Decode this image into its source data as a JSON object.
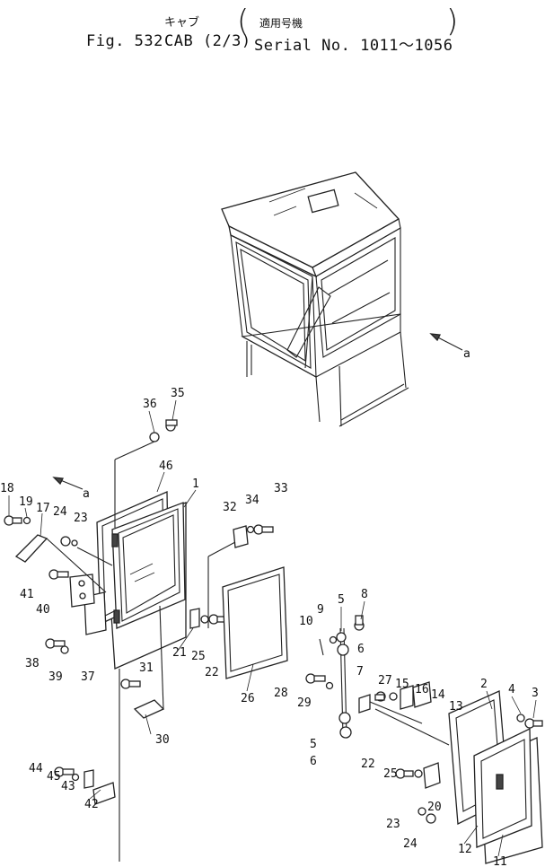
{
  "header": {
    "title_jp": "キャブ",
    "serial_jp": "適用号機",
    "fig_label": "Fig. 532",
    "name": "CAB (2/3)",
    "serial": "Serial No. 1011～1056"
  },
  "view_marker": "a",
  "callouts": [
    "1",
    "2",
    "3",
    "4",
    "5",
    "6",
    "7",
    "8",
    "9",
    "10",
    "11",
    "12",
    "13",
    "14",
    "15",
    "16",
    "17",
    "18",
    "19",
    "20",
    "21",
    "22",
    "23",
    "24",
    "25",
    "26",
    "27",
    "28",
    "29",
    "30",
    "31",
    "32",
    "33",
    "34",
    "35",
    "36",
    "37",
    "38",
    "39",
    "40",
    "41",
    "42",
    "43",
    "44",
    "45",
    "46",
    "5",
    "6",
    "22",
    "23",
    "24",
    "25"
  ]
}
